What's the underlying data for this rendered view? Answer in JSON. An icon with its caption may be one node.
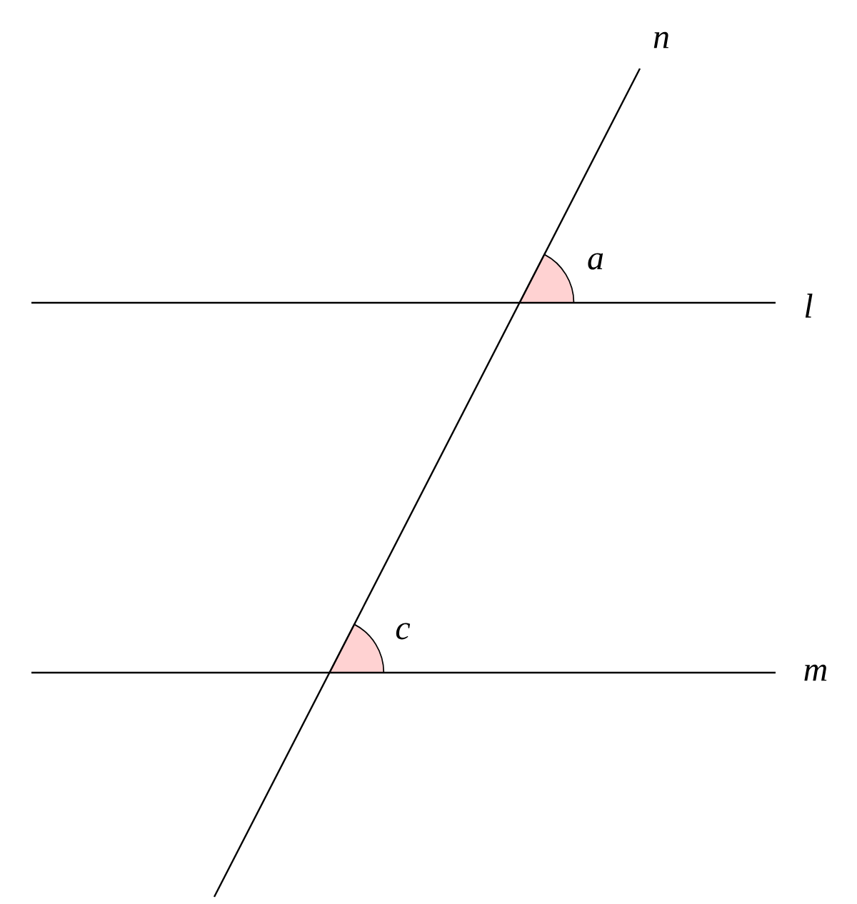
{
  "diagram": {
    "labels": [
      "n",
      "a",
      "l",
      "c",
      "m"
    ]
  }
}
